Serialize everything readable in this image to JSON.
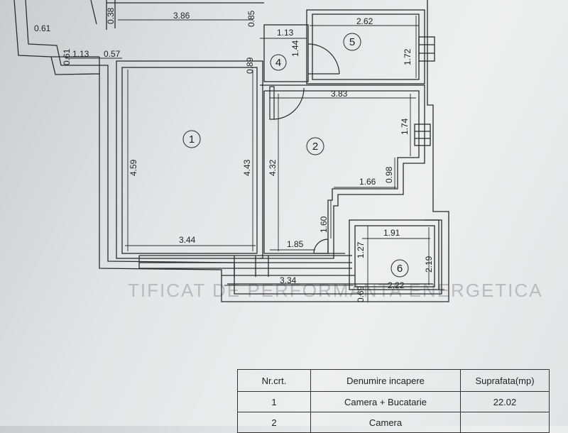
{
  "dimensions": [
    {
      "id": "d-386",
      "text": "3.86"
    },
    {
      "id": "d-038",
      "text": "0.38"
    },
    {
      "id": "d-061a",
      "text": "0.61"
    },
    {
      "id": "d-061b",
      "text": "0.61"
    },
    {
      "id": "d-113a",
      "text": "1.13"
    },
    {
      "id": "d-057",
      "text": "0.57"
    },
    {
      "id": "d-085",
      "text": "0.85"
    },
    {
      "id": "d-113b",
      "text": "1.13"
    },
    {
      "id": "d-262",
      "text": "2.62"
    },
    {
      "id": "d-144",
      "text": "1.44"
    },
    {
      "id": "d-172",
      "text": "1.72"
    },
    {
      "id": "d-089",
      "text": "0.89"
    },
    {
      "id": "d-383",
      "text": "3.83"
    },
    {
      "id": "d-174",
      "text": "1.74"
    },
    {
      "id": "d-459",
      "text": "4.59"
    },
    {
      "id": "d-443",
      "text": "4.43"
    },
    {
      "id": "d-432",
      "text": "4.32"
    },
    {
      "id": "d-098",
      "text": "0.98"
    },
    {
      "id": "d-166",
      "text": "1.66"
    },
    {
      "id": "d-160",
      "text": "1.60"
    },
    {
      "id": "d-191",
      "text": "1.91"
    },
    {
      "id": "d-344",
      "text": "3.44"
    },
    {
      "id": "d-185",
      "text": "1.85"
    },
    {
      "id": "d-127",
      "text": "1.27"
    },
    {
      "id": "d-219",
      "text": "2.19"
    },
    {
      "id": "d-334",
      "text": "3.34"
    },
    {
      "id": "d-222",
      "text": "2.22"
    },
    {
      "id": "d-069",
      "text": "0.69"
    }
  ],
  "rooms": [
    {
      "id": "room-1",
      "label": "1"
    },
    {
      "id": "room-2",
      "label": "2"
    },
    {
      "id": "room-4",
      "label": "4"
    },
    {
      "id": "room-5",
      "label": "5"
    },
    {
      "id": "room-6",
      "label": "6"
    }
  ],
  "watermark": "TIFICAT DE PERFORMANTA ENERGETICA",
  "table": {
    "headers": [
      "Nr.crt.",
      "Denumire incapere",
      "Suprafata(mp)"
    ],
    "rows": [
      [
        "1",
        "Camera + Bucatarie",
        "22.02"
      ],
      [
        "2",
        "Camera",
        ""
      ]
    ]
  }
}
